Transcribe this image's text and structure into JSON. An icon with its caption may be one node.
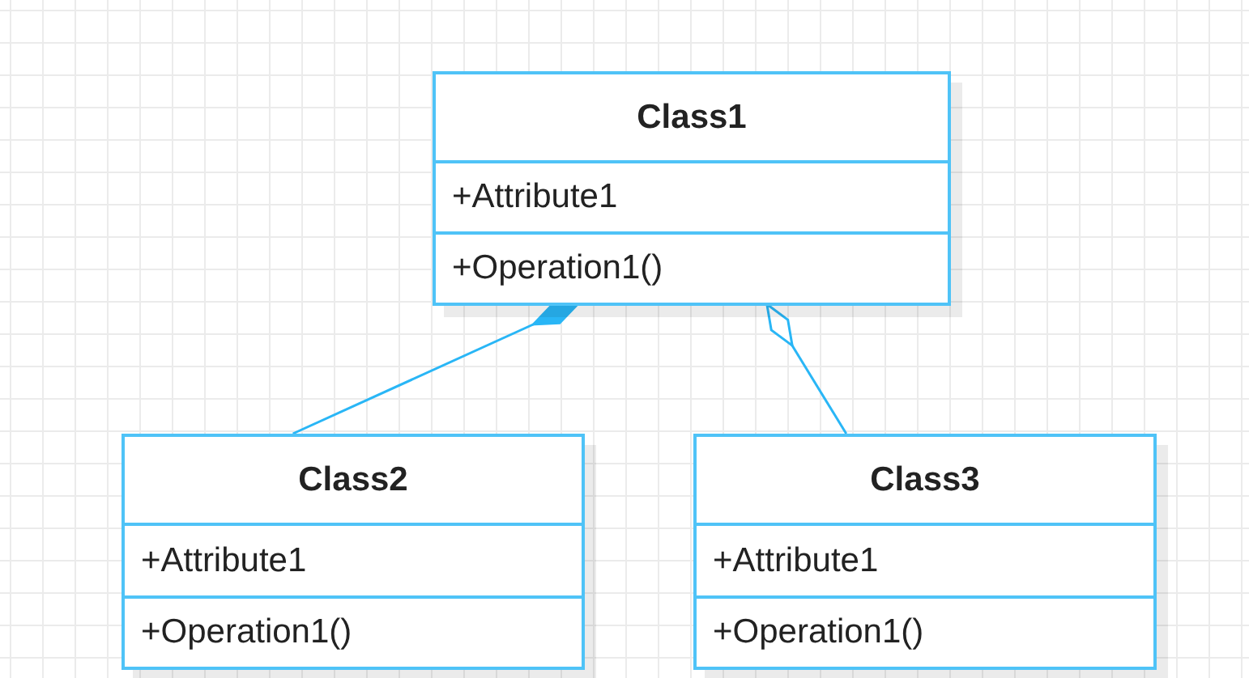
{
  "diagram": {
    "nodes": [
      {
        "text": [
          "Class1",
          "+Attribute1",
          "+Operation1()"
        ]
      },
      {
        "text": [
          "Class2",
          "+Attribute1",
          "+Operation1()"
        ]
      },
      {
        "text": [
          "Class3",
          "+Attribute1",
          "+Operation1()"
        ]
      }
    ],
    "edges": [
      {
        "from": 1,
        "to": 0,
        "arrow": "other"
      },
      {
        "from": 2,
        "to": 0,
        "arrow": "other"
      }
    ]
  }
}
